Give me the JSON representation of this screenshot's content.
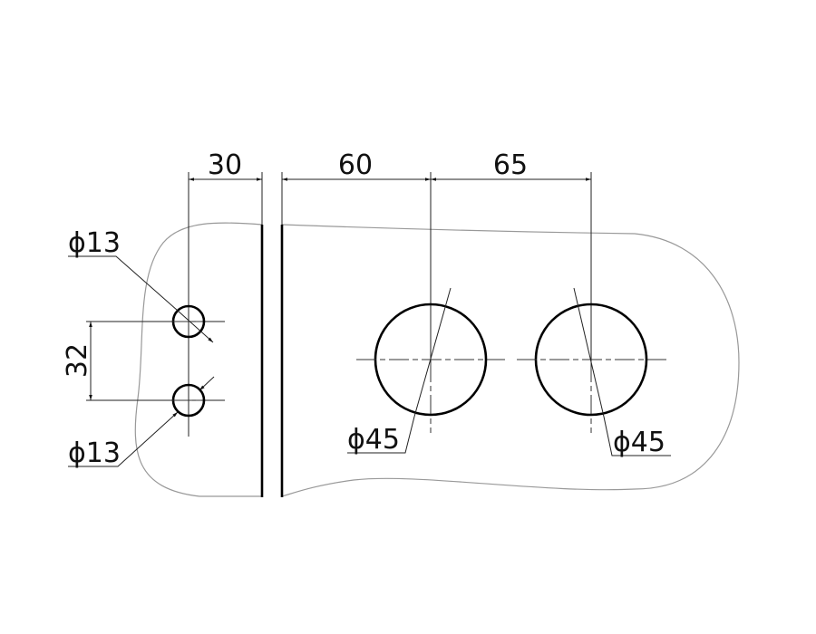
{
  "dimensions": {
    "width_left": "30",
    "width_mid": "60",
    "width_right": "65",
    "hole_spacing": "32",
    "small_hole_top": "ϕ13",
    "small_hole_bottom": "ϕ13",
    "large_hole_left": "ϕ45",
    "large_hole_right": "ϕ45"
  }
}
